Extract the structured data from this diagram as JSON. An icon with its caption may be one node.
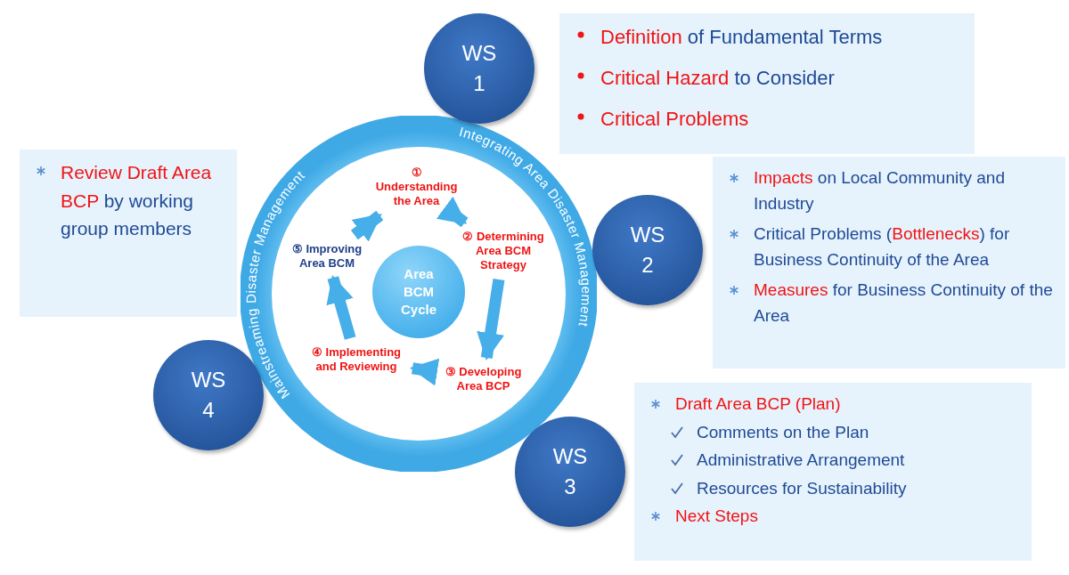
{
  "diagram": {
    "nodes": [
      {
        "text": [
          "Mainstreaming Disaster Management",
          "Integrating Area Disaster Management"
        ]
      },
      {
        "text": [
          "Area BCM Cycle"
        ],
        "in": 0
      },
      {
        "text": [
          "① Understanding the Area"
        ],
        "in": 0
      },
      {
        "text": [
          "② Determining Area BCM Strategy"
        ],
        "in": 0
      },
      {
        "text": [
          "③ Developing Area BCP"
        ],
        "in": 0
      },
      {
        "text": [
          "④ Implementing and Reviewing"
        ],
        "in": 0
      },
      {
        "text": [
          "⑤ Improving Area BCM"
        ],
        "in": 0
      },
      {
        "text": [
          "WS 1"
        ]
      },
      {
        "text": [
          "WS 2"
        ]
      },
      {
        "text": [
          "WS 3"
        ]
      },
      {
        "text": [
          "WS 4"
        ]
      },
      {
        "text": [
          "**Definition** of Fundamental Terms",
          "**Critical Hazard** to Consider",
          "Critical Problems"
        ]
      },
      {
        "text": [
          "**Review Draft Area BCP** by working group members"
        ]
      },
      {
        "text": [
          "**Impacts** on Local Community and Industry",
          "Critical Problems (**Bottlenecks**) for Business Continuity of the Area",
          "**Measures** for Business Continuity of the Area"
        ]
      },
      {
        "text": [
          "Draft Area BCP (Plan)",
          "Comments on the Plan",
          "Administrative Arrangement",
          "Resources for Sustainability",
          "Next Steps"
        ]
      }
    ],
    "edges": [
      {
        "from": 2,
        "to": 3,
        "arrow": "to"
      },
      {
        "from": 3,
        "to": 4,
        "arrow": "to"
      },
      {
        "from": 4,
        "to": 5,
        "arrow": "to"
      },
      {
        "from": 5,
        "to": 6,
        "arrow": "to"
      },
      {
        "from": 6,
        "to": 2,
        "arrow": "to"
      }
    ]
  }
}
